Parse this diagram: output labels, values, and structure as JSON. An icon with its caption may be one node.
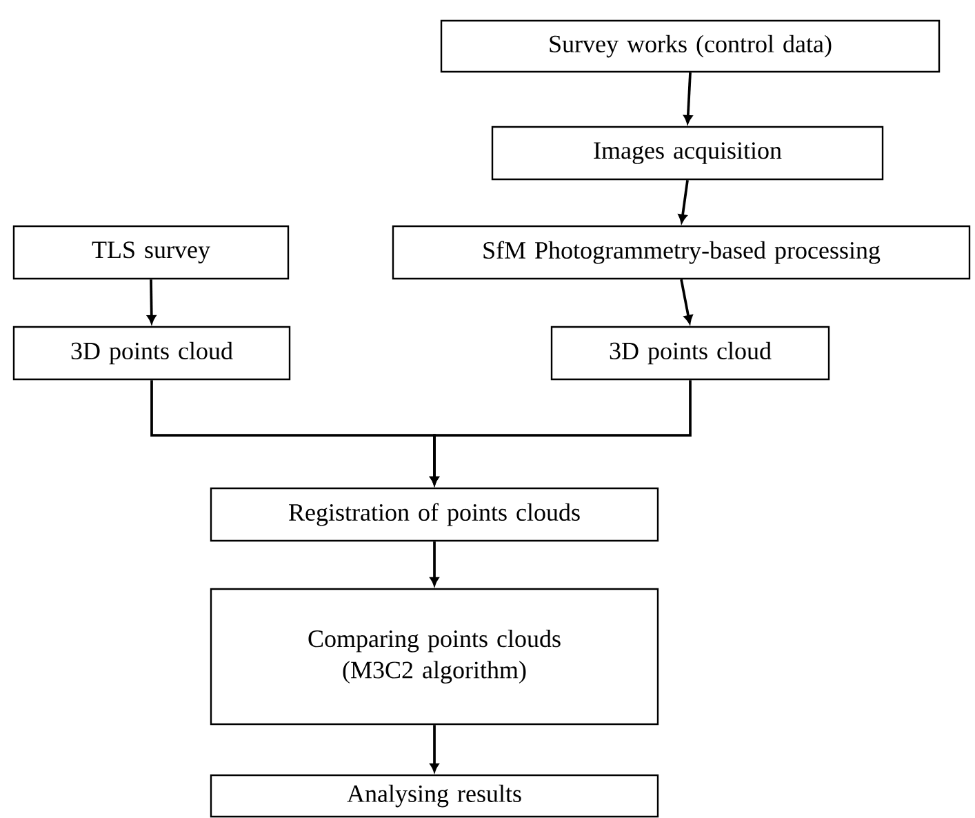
{
  "diagram": {
    "nodes": [
      {
        "text": [
          "Survey works (control data)"
        ]
      },
      {
        "text": [
          "Images acquisition"
        ]
      },
      {
        "text": [
          "TLS survey"
        ]
      },
      {
        "text": [
          "SfM Photogrammetry-based processing"
        ]
      },
      {
        "text": [
          "3D points cloud"
        ]
      },
      {
        "text": [
          "3D points cloud"
        ]
      },
      {
        "text": [
          "Registration of points clouds"
        ]
      },
      {
        "text": [
          "Comparing points clouds (M3C2 algorithm)"
        ]
      },
      {
        "text": [
          "Analysing results"
        ]
      }
    ],
    "edges": [
      {
        "from": 0,
        "to": 1,
        "arrow": "to"
      },
      {
        "from": 1,
        "to": 3,
        "arrow": "to"
      },
      {
        "from": 2,
        "to": 4,
        "arrow": "to"
      },
      {
        "from": 3,
        "to": 5,
        "arrow": "to"
      },
      {
        "from": 4,
        "to": 6,
        "arrow": "to"
      },
      {
        "from": 5,
        "to": 6,
        "arrow": "to"
      },
      {
        "from": 6,
        "to": 7,
        "arrow": "to"
      },
      {
        "from": 7,
        "to": 8,
        "arrow": "to"
      }
    ]
  }
}
